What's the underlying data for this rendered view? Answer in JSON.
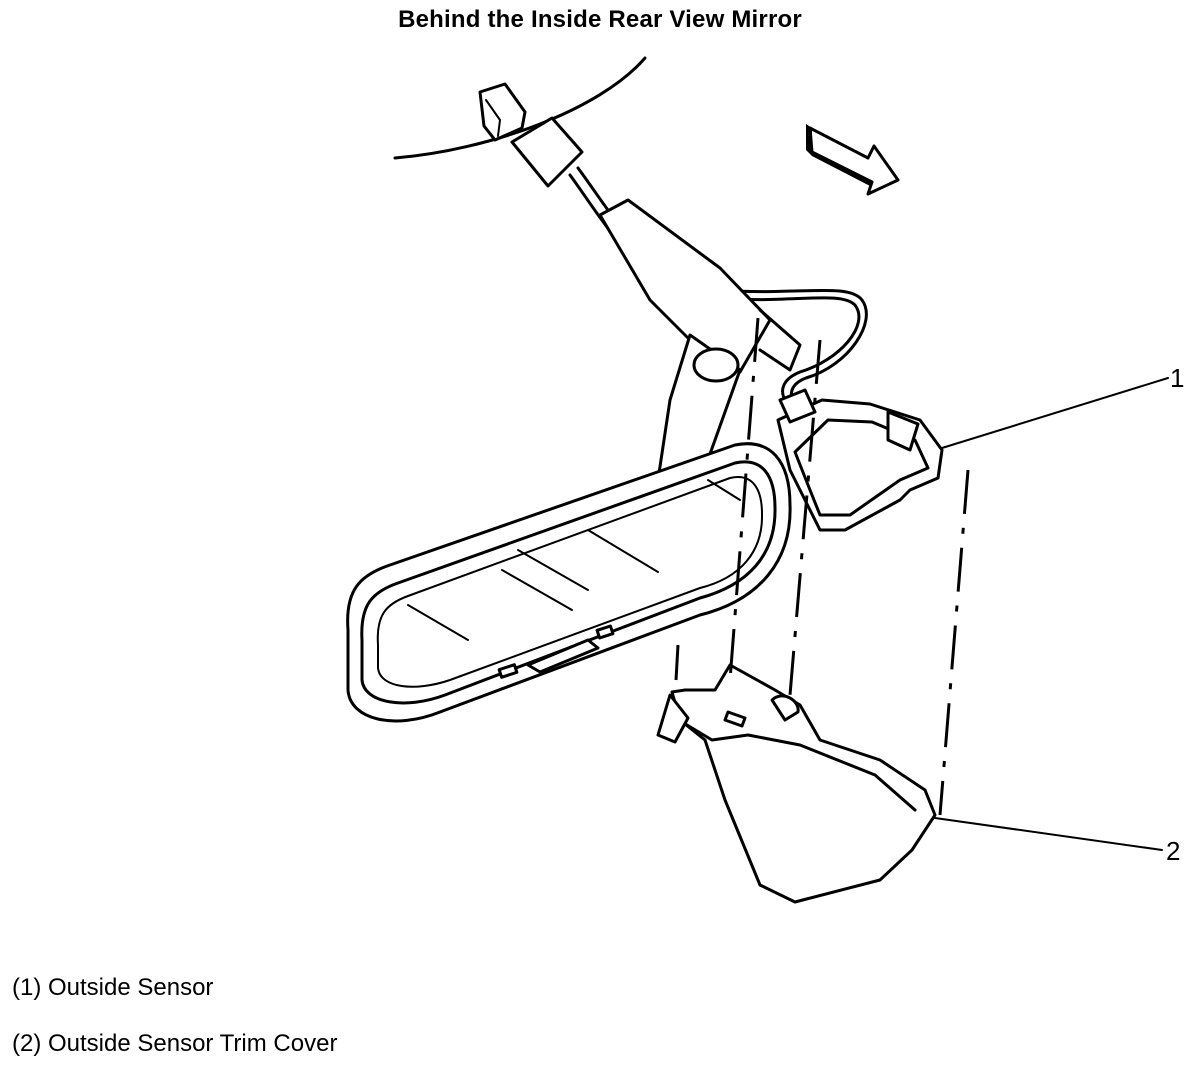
{
  "title": "Behind the Inside Rear View Mirror",
  "callouts": [
    {
      "number": "1"
    },
    {
      "number": "2"
    }
  ],
  "legend": [
    {
      "text": "(1) Outside Sensor"
    },
    {
      "text": "(2) Outside Sensor Trim Cover"
    }
  ],
  "icons": {
    "direction": "forward-arrow-icon"
  }
}
